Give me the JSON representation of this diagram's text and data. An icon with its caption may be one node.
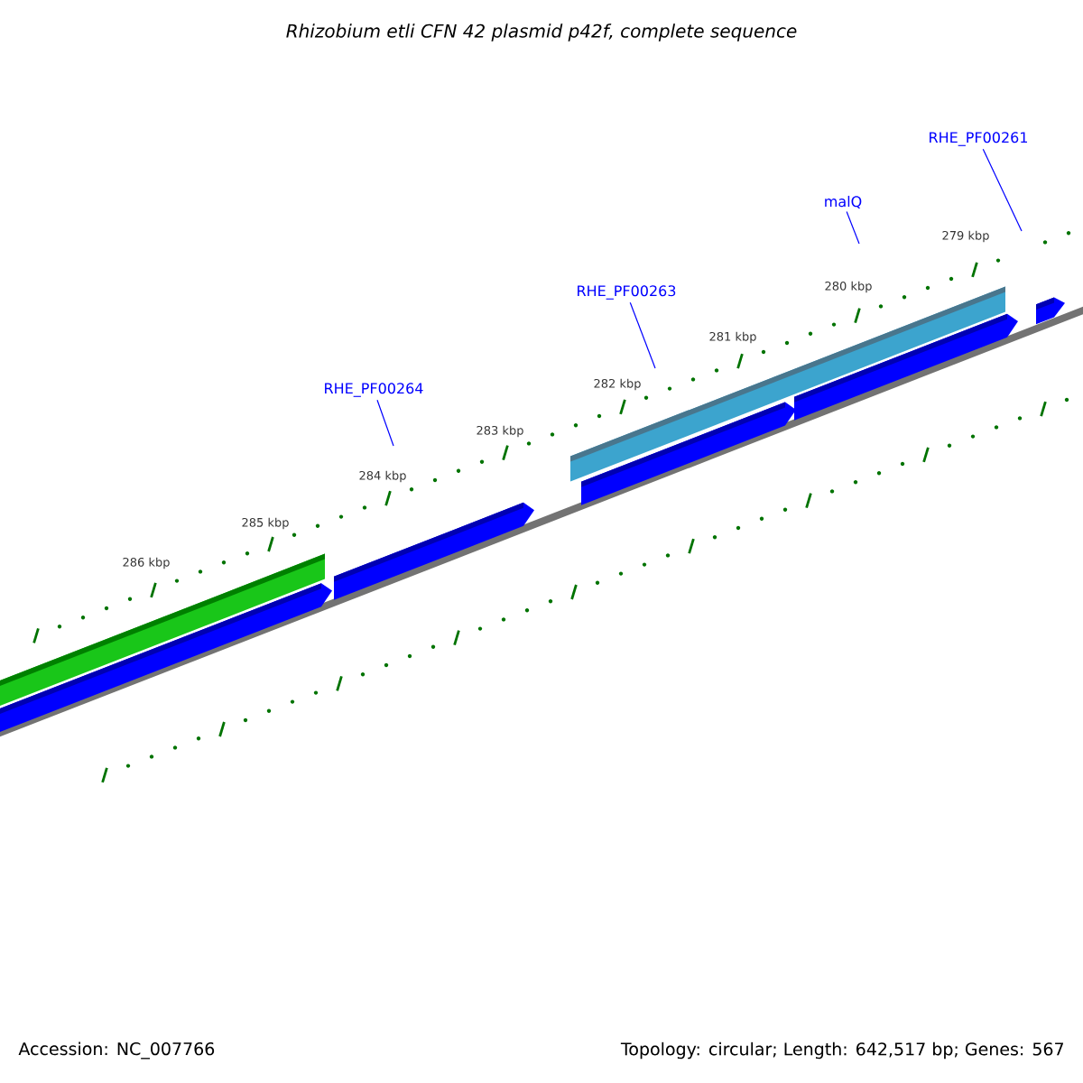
{
  "diagram": {
    "title": "Rhizobium etli CFN 42 plasmid p42f, complete sequence",
    "nodes": [
      {
        "text": [
          "RHE_PF00261"
        ]
      },
      {
        "text": [
          "malQ"
        ]
      },
      {
        "text": [
          "RHE_PF00263"
        ]
      },
      {
        "text": [
          "RHE_PF00264"
        ]
      }
    ],
    "edges": [
      {
        "from": 0,
        "to": null,
        "arrow": "none"
      },
      {
        "from": 1,
        "to": null,
        "arrow": "none"
      },
      {
        "from": 2,
        "to": null,
        "arrow": "none"
      },
      {
        "from": 3,
        "to": null,
        "arrow": "none"
      }
    ],
    "labels": [
      "279 kbp",
      "280 kbp",
      "281 kbp",
      "282 kbp",
      "283 kbp",
      "284 kbp",
      "285 kbp",
      "286 kbp",
      "Accession: NC_007766",
      "Topology: circular; Length: 642,517 bp; Genes: 567"
    ]
  }
}
